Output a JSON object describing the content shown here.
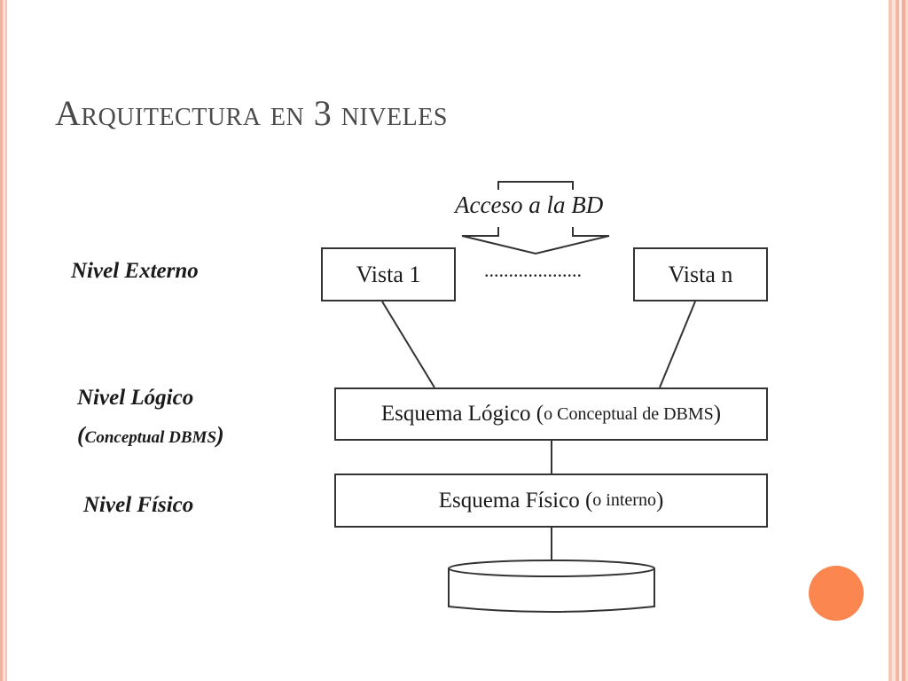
{
  "slide": {
    "title": "Arquitectura en 3 niveles"
  },
  "levels": {
    "external": "Nivel Externo",
    "logical": "Nivel Lógico",
    "logical_sub_open": "(",
    "logical_sub_text": "Conceptual DBMS",
    "logical_sub_close": ")",
    "physical": "Nivel Físico"
  },
  "diagram": {
    "access_label": "Acceso a la BD",
    "view_first": "Vista 1",
    "view_ellipsis": "....................",
    "view_last": "Vista n",
    "logical_schema_main": "Esquema Lógico (",
    "logical_schema_detail": "o Conceptual de DBMS",
    "logical_schema_close": ")",
    "physical_schema_main": "Esquema Físico (",
    "physical_schema_detail": "o interno",
    "physical_schema_close": ")"
  },
  "colors": {
    "accent_dot": "#fb864f",
    "border_pink": "#f3b3a1",
    "title_text": "#4a4a4a"
  }
}
